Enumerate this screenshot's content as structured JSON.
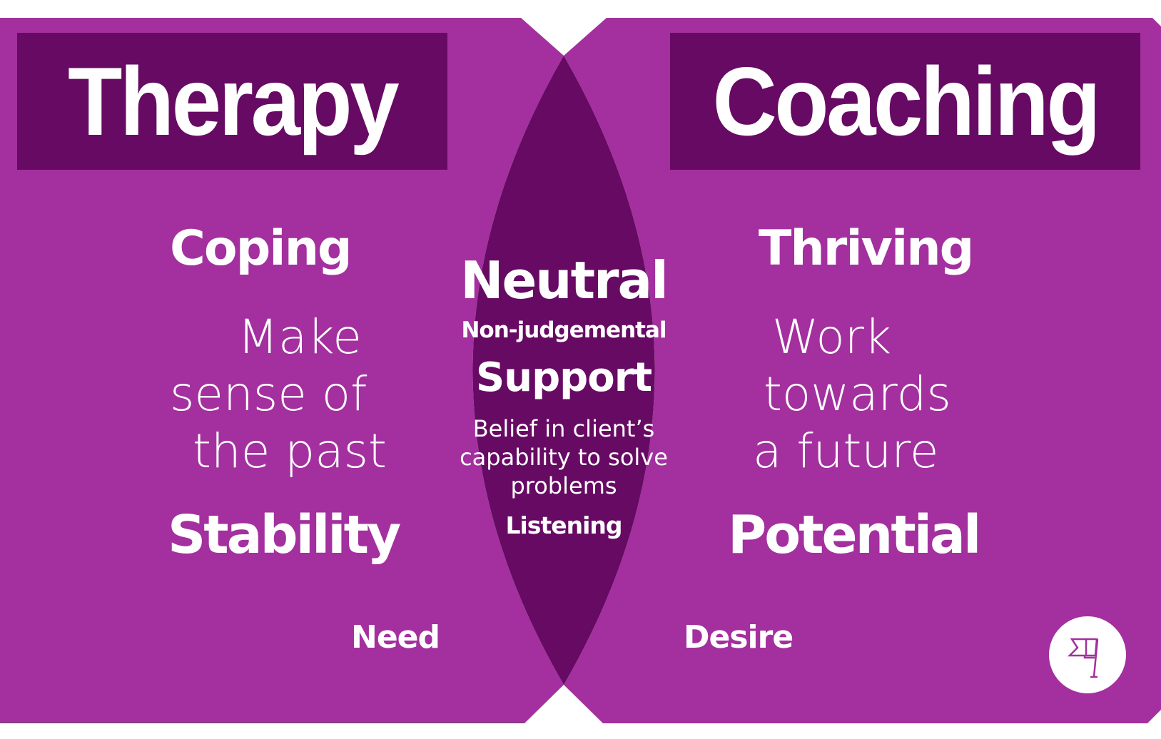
{
  "colors": {
    "background": "#ffffff",
    "panel_light": "#A3309E",
    "panel_dark": "#670A63",
    "text": "#ffffff"
  },
  "left": {
    "title": "Therapy",
    "keyword_top": "Coping",
    "description_lines": [
      "Make",
      "sense of",
      "the past"
    ],
    "keyword_bottom": "Stability",
    "footer": "Need"
  },
  "right": {
    "title": "Coaching",
    "keyword_top": "Thriving",
    "description_lines": [
      "Work",
      "towards",
      "a future"
    ],
    "keyword_bottom": "Potential",
    "footer": "Desire"
  },
  "overlap": {
    "heading": "Neutral",
    "line2": "Non-judgemental",
    "line3": "Support",
    "belief_lines": [
      "Belief in client’s",
      "capability to solve",
      "problems"
    ],
    "line5": "Listening"
  },
  "logo": {
    "icon": "flag-icon"
  }
}
